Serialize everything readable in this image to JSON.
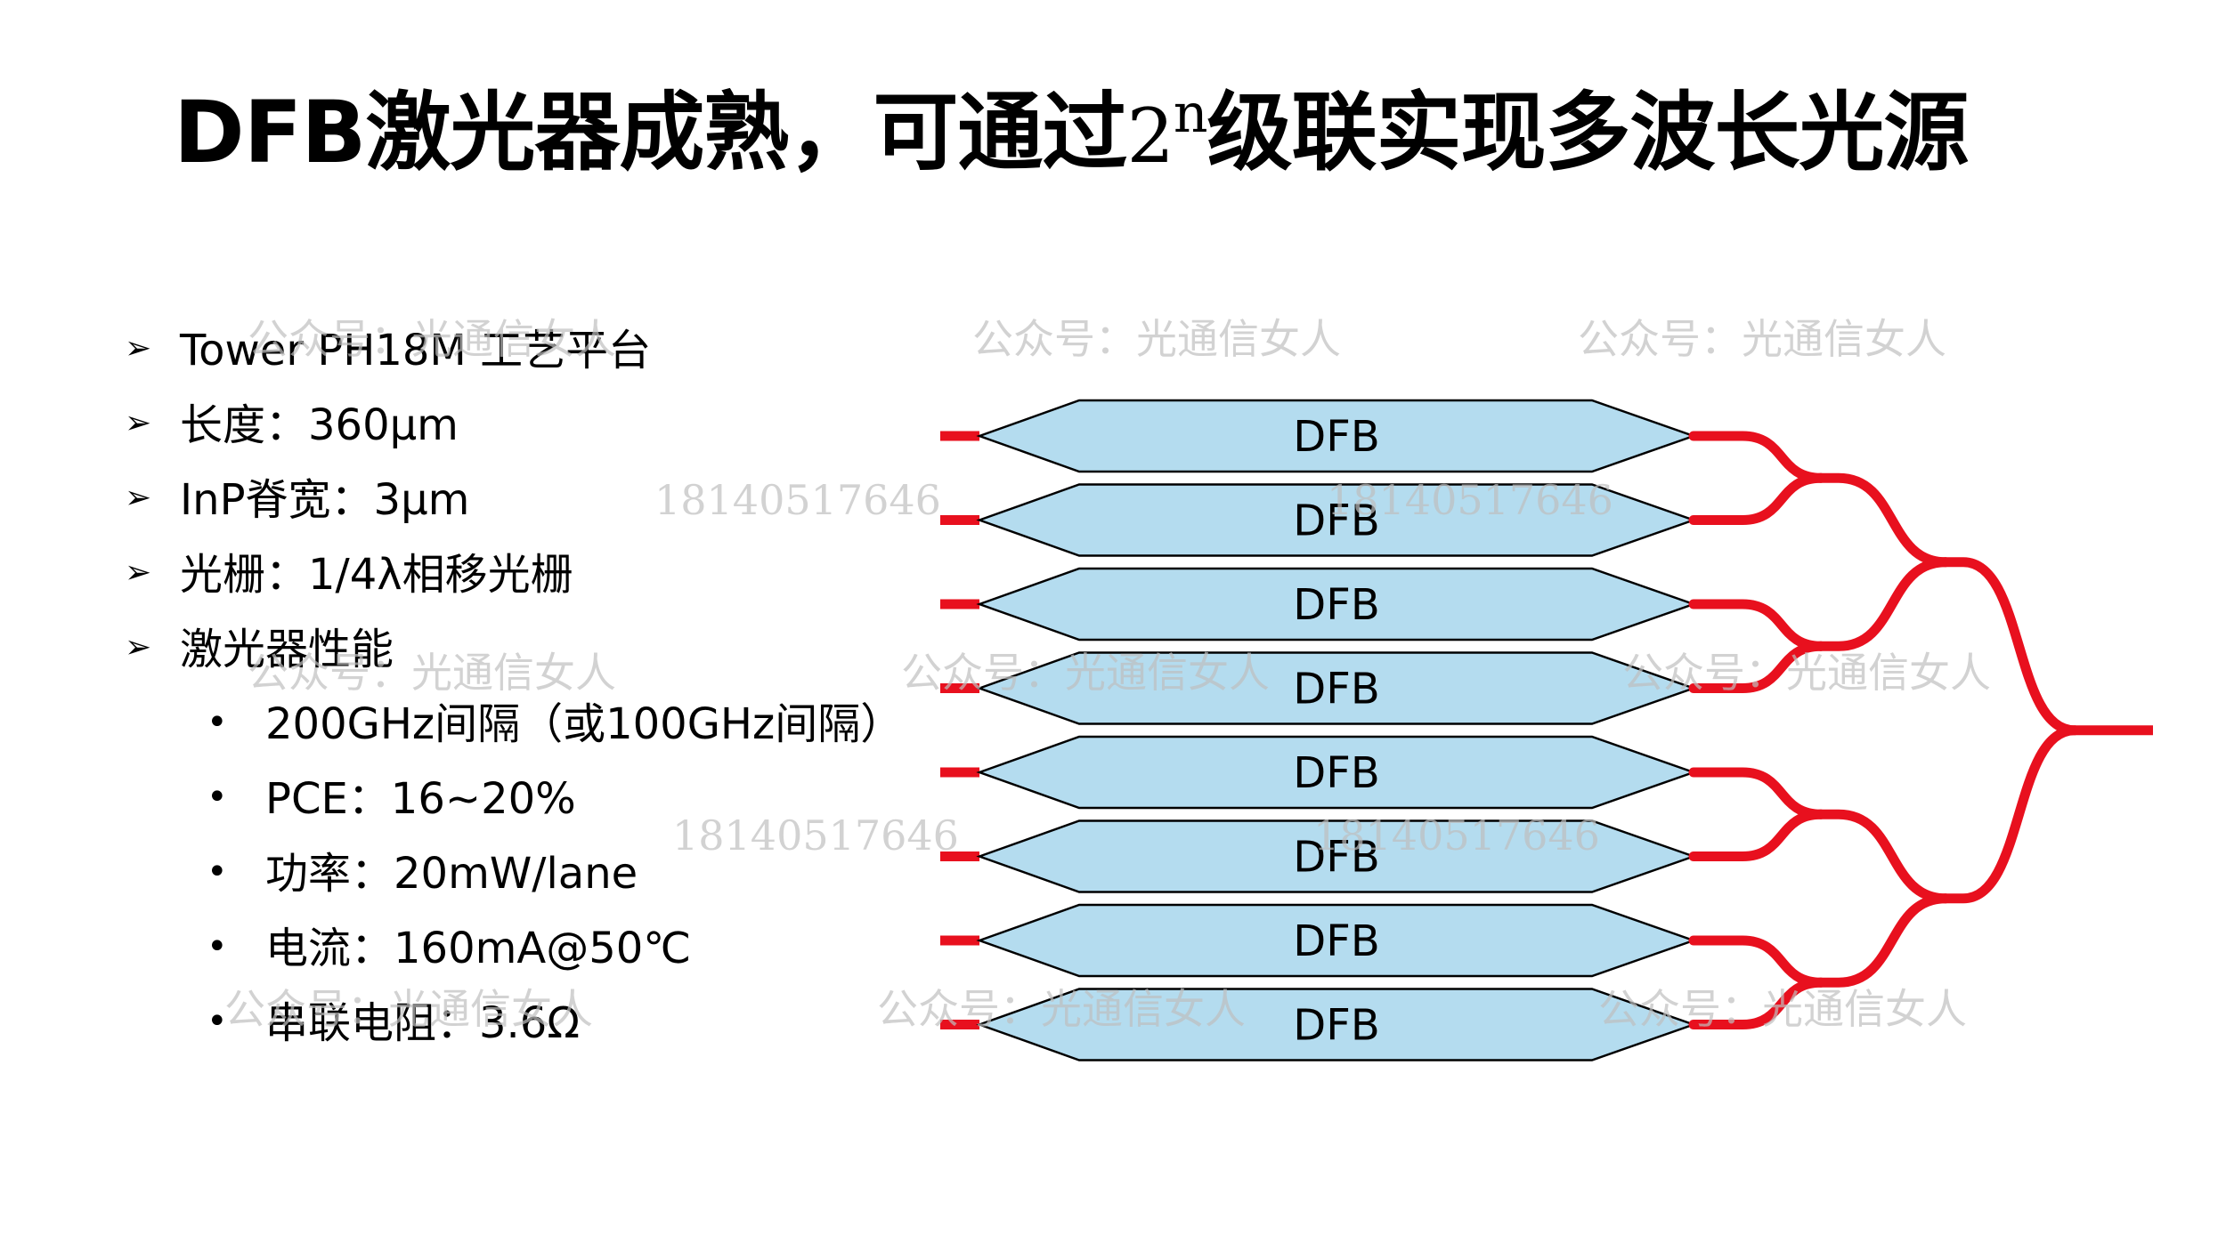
{
  "title": {
    "before": "DFB激光器成熟，可通过",
    "base": "2",
    "exp": "n",
    "after": "级联实现多波长光源"
  },
  "bullets": [
    {
      "text": "Tower  PH18M 工艺平台",
      "marker": "arrow",
      "level": 1
    },
    {
      "text": "长度：360μm",
      "marker": "arrow",
      "level": 1
    },
    {
      "text": "InP脊宽：3μm",
      "marker": "arrow",
      "level": 1
    },
    {
      "text": "光栅：1/4λ相移光栅",
      "marker": "arrow",
      "level": 1
    },
    {
      "text": "激光器性能",
      "marker": "arrow",
      "level": 1
    },
    {
      "text": "200GHz间隔（或100GHz间隔）",
      "marker": "dot",
      "level": 2
    },
    {
      "text": "PCE：16~20%",
      "marker": "dot",
      "level": 2
    },
    {
      "text": "功率：20mW/lane",
      "marker": "dot",
      "level": 2
    },
    {
      "text": "电流：160mA@50℃",
      "marker": "dot",
      "level": 2
    },
    {
      "text": "串联电阻：3.6Ω",
      "marker": "dot",
      "level": 2
    }
  ],
  "diagram": {
    "laser_label": "DFB",
    "laser_count": 8,
    "combiner_stages": 3,
    "colors": {
      "laser_fill": "#b4dcef",
      "laser_stroke": "#000000",
      "waveguide": "#e8101e"
    }
  },
  "watermarks": {
    "account": "公众号：光通信女人",
    "phone": "18140517646"
  }
}
